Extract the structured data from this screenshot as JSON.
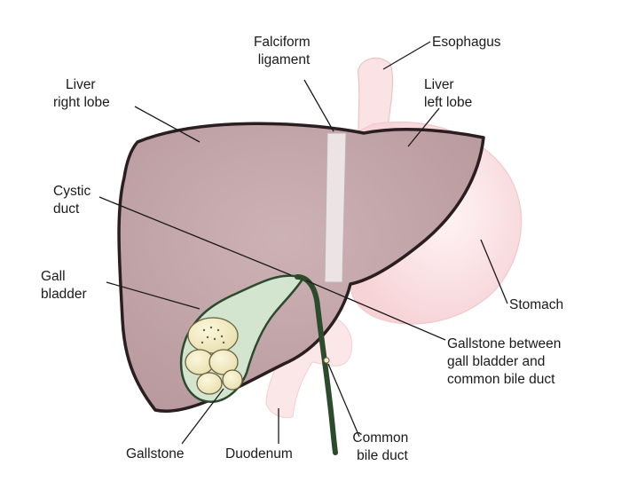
{
  "labels": {
    "esophagus": "Esophagus",
    "falciform": [
      "Falciform",
      "ligament"
    ],
    "liver_right": [
      "Liver",
      "right lobe"
    ],
    "liver_left": [
      "Liver",
      "left lobe"
    ],
    "cystic_duct": [
      "Cystic",
      "duct"
    ],
    "gall_bladder": [
      "Gall",
      "bladder"
    ],
    "stomach": "Stomach",
    "gallstone_between": [
      "Gallstone between",
      "gall bladder and",
      "common bile duct"
    ],
    "gallstone": "Gallstone",
    "duodenum": "Duodenum",
    "common_bile_duct": [
      "Common",
      "bile duct"
    ]
  },
  "colors": {
    "liver_fill": "#c4a8ab",
    "liver_outline": "#2a1e20",
    "stomach_fill": "#fbe3e5",
    "ligament_fill": "#ece4e4",
    "gallbladder_fill": "#d3e4cf",
    "duct_color": "#2c4a2c",
    "stone_fill": "#f3edc6",
    "leader_line": "#1a1a1a"
  }
}
